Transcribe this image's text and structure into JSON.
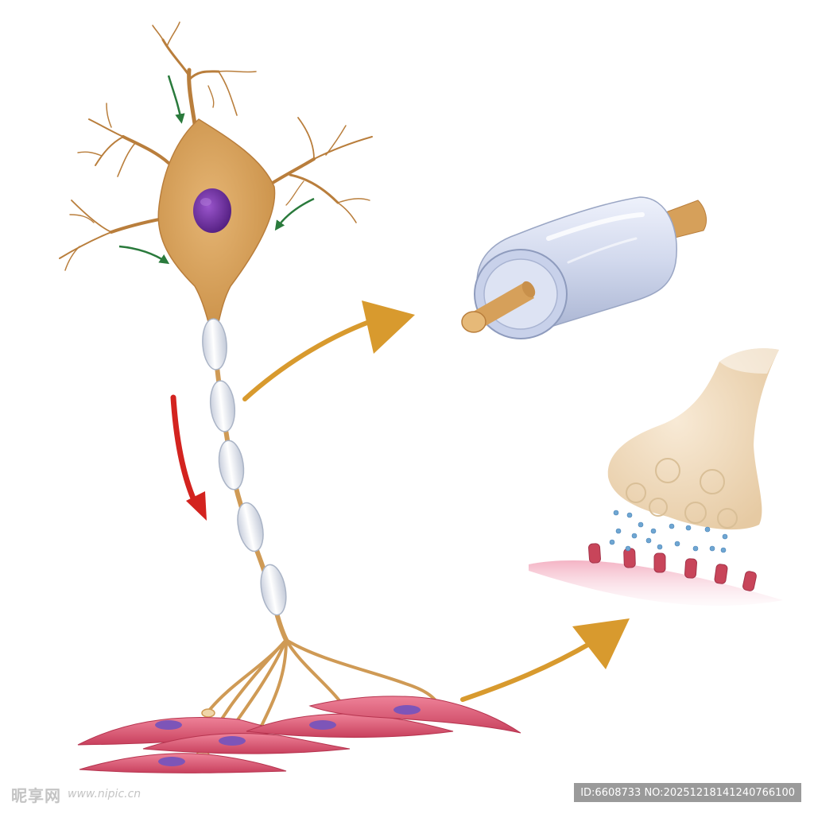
{
  "watermark": {
    "logo_text": "昵享网",
    "url": "www.nipic.cn",
    "id_tag": "ID:6608733 NO:20251218141240766100"
  },
  "colors": {
    "neuron_body": "#d7a35e",
    "nucleus": "#6a2a9c",
    "myelin": "#e6eaf2",
    "dendrite_arrow": "#2a7a3c",
    "signal_arrow": "#d3231f",
    "callout_arrow": "#d89a2e",
    "muscle_cell": "#e0607a",
    "muscle_nucleus": "#7d55b8",
    "membrane": "#f2a6bb",
    "receptor": "#c8455a",
    "vesicle_dot": "#6fa6d2",
    "terminal": "#f0ddc2"
  },
  "icons": [
    "neuron-cell-body",
    "nucleus",
    "myelin-sheath",
    "axon",
    "axon-cross-section",
    "synaptic-terminal",
    "neurotransmitter",
    "receptor",
    "muscle-fiber",
    "direction-arrow"
  ]
}
